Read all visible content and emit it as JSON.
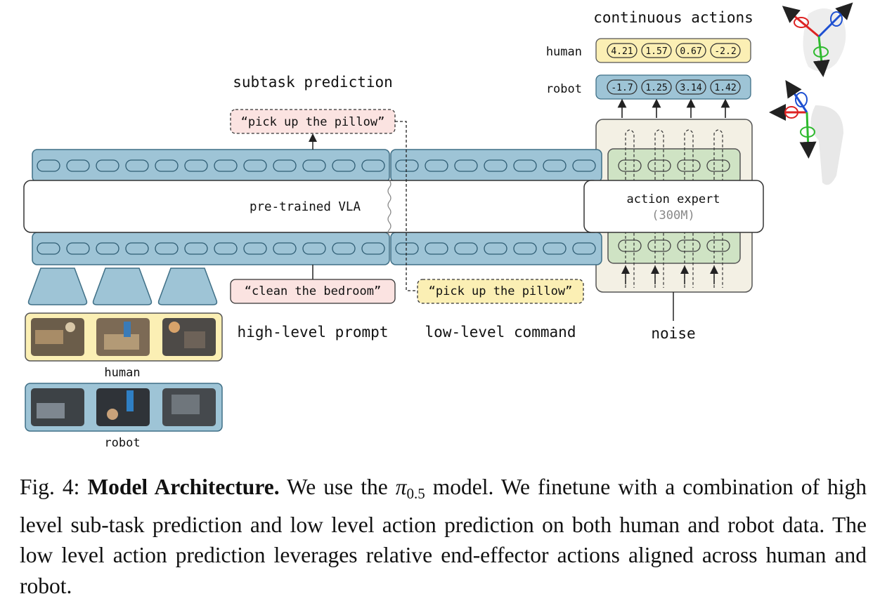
{
  "figure": {
    "subtask_prediction_label": "subtask prediction",
    "subtask_output": "“pick up the pillow”",
    "vla_label": "pre-trained VLA",
    "action_expert_label": "action expert",
    "action_expert_size": "(300M)",
    "continuous_actions_label": "continuous actions",
    "human_row_label": "human",
    "robot_row_label": "robot",
    "human_actions": [
      "4.21",
      "1.57",
      "0.67",
      "-2.2"
    ],
    "robot_actions": [
      "-1.7",
      "1.25",
      "3.14",
      "1.42"
    ],
    "high_level_prompt_text": "“clean the bedroom”",
    "low_level_command_text": "“pick up the pillow”",
    "high_level_prompt_label": "high-level prompt",
    "low_level_command_label": "low-level command",
    "noise_label": "noise",
    "human_images_label": "human",
    "robot_images_label": "robot"
  },
  "colors": {
    "token_blue": "#9ec4d6",
    "token_border": "#3f6f86",
    "expert_green": "#cfe3c4",
    "expert_bg": "#f3f0e4",
    "human_yellow": "#fbefb4",
    "pink": "#fbe3e1"
  },
  "caption": {
    "prefix": "Fig. 4:",
    "title": "Model Architecture.",
    "text_1": "We use the",
    "pi": "π",
    "pi_sub": "0.5",
    "text_2": "model. We finetune with a combination of high level sub-task prediction and low level action prediction on both human and robot data. The low level action prediction leverages relative end-effector actions aligned across human and robot."
  }
}
